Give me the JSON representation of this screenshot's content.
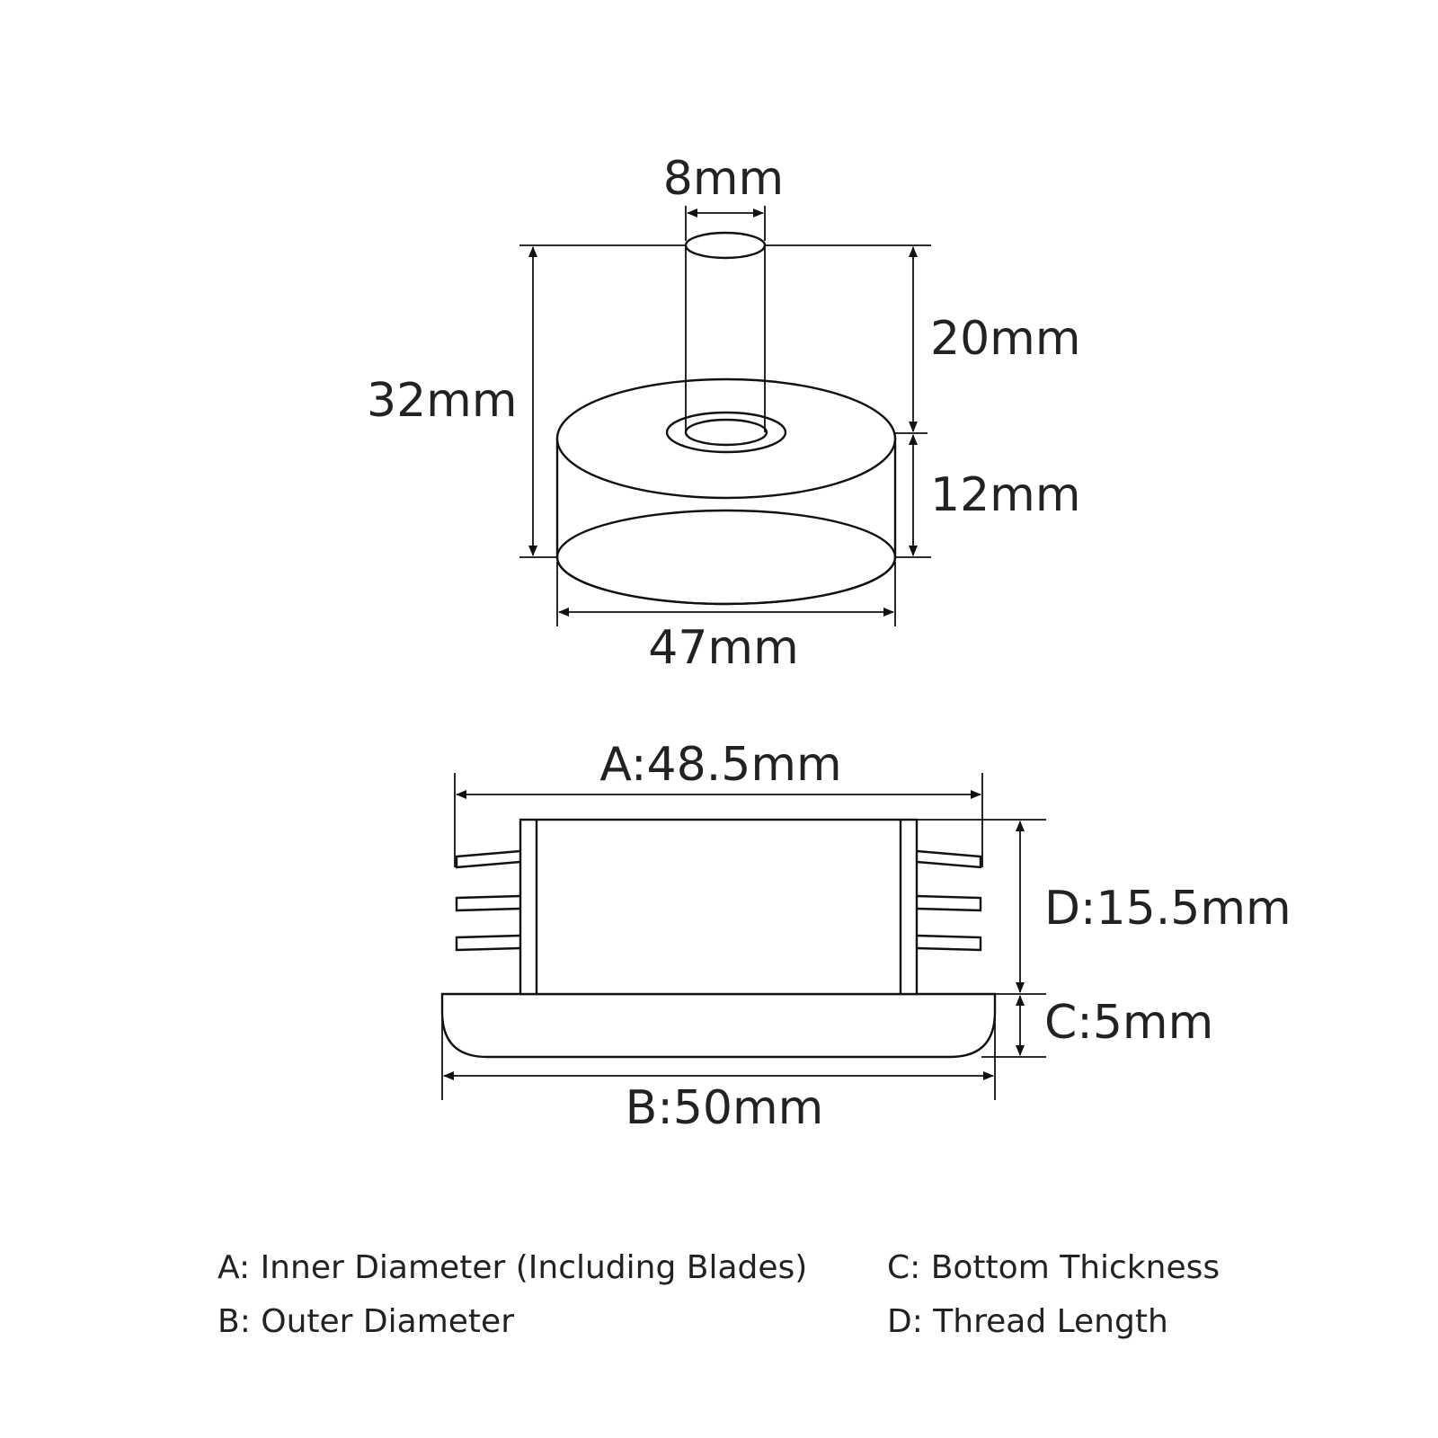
{
  "top_view": {
    "stud_diameter": "8mm",
    "total_height": "32mm",
    "stud_length": "20mm",
    "base_height": "12mm",
    "base_diameter": "47mm"
  },
  "side_view": {
    "a_label": "A:48.5mm",
    "d_label": "D:15.5mm",
    "c_label": "C:5mm",
    "b_label": "B:50mm"
  },
  "legend": {
    "a": "A: Inner Diameter (Including Blades)",
    "b": "B: Outer Diameter",
    "c": "C: Bottom Thickness",
    "d": "D: Thread Length"
  },
  "colors": {
    "line": "#111111",
    "text": "#222222",
    "background": "#ffffff"
  }
}
